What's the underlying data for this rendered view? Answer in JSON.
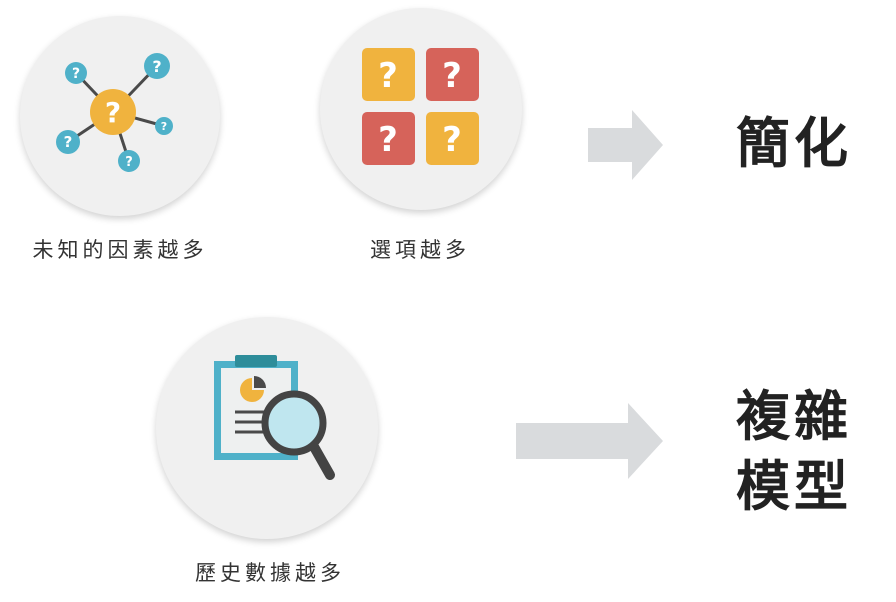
{
  "items": [
    {
      "caption": "未知的因素越多",
      "icon": "network-question-icon"
    },
    {
      "caption": "選項越多",
      "icon": "option-grid-icon"
    },
    {
      "caption": "歷史數據越多",
      "icon": "clipboard-magnifier-icon"
    }
  ],
  "results": {
    "simple": "簡化",
    "complex_line1": "複雜",
    "complex_line2": "模型"
  },
  "colors": {
    "teal": "#4fb1c9",
    "yellow": "#f0b33e",
    "red": "#d6635a",
    "arrow": "#d9dbdd",
    "circle": "#f0f0f0"
  }
}
